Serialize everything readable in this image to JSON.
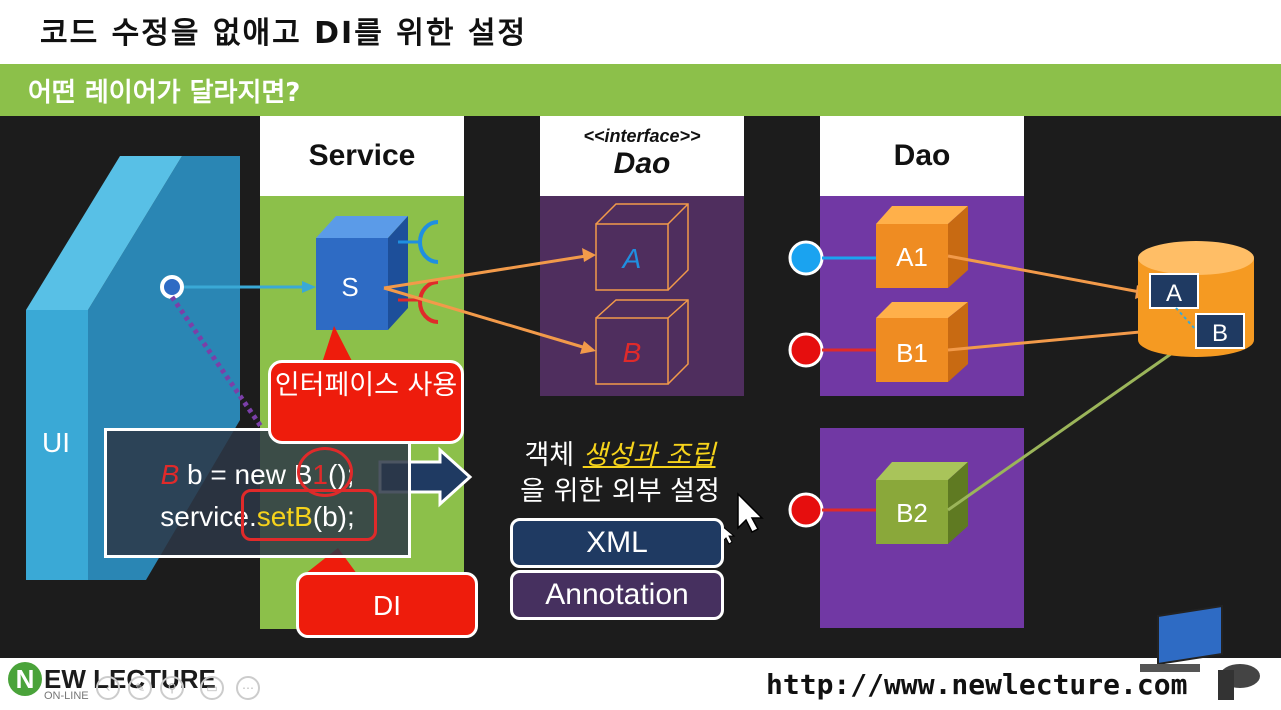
{
  "slide": {
    "title": "코드 수정을 없애고 DI를 위한 설정",
    "subtitle": "어떤 레이어가 달라지면?"
  },
  "layers": {
    "ui_label": "UI",
    "service_header": "Service",
    "interface_stereotype": "<<interface>>",
    "interface_header": "Dao",
    "dao_header": "Dao"
  },
  "nodes": {
    "service": "S",
    "interface_a": "A",
    "interface_b": "B",
    "dao_a1": "A1",
    "dao_b1": "B1",
    "dao_b2": "B2",
    "db_a": "A",
    "db_b": "B"
  },
  "code": {
    "line1_type": "B",
    "line1_mid": " b = new ",
    "line1_class": "B",
    "line1_suffix": "1",
    "line1_end": "();",
    "line2_obj": "service.",
    "line2_method": "setB",
    "line2_args": "(b);"
  },
  "callouts": {
    "interface_use": "인터페이스 사용",
    "di": "DI"
  },
  "assembly": {
    "prefix": "객체 ",
    "highlight": "생성과 조립",
    "line2": "을 위한 외부 설정"
  },
  "options": {
    "xml": "XML",
    "annotation": "Annotation"
  },
  "footer": {
    "logo_letter": "N",
    "logo_text": "EW LECTURE",
    "logo_sub": "ON-LINE",
    "url": "http://www.newlecture.com"
  },
  "colors": {
    "title_band": "#8cc04a",
    "stage": "#1c1c1c",
    "ui_wall": "#3aa9d6",
    "service_cube": "#2e6bc4",
    "dao_cube": "#ef8c22",
    "dao_b2_cube": "#8aa83a",
    "db_cylinder": "#f59a22",
    "arrow_orange": "#f29a4a",
    "callout_red": "#ee1c0c"
  }
}
